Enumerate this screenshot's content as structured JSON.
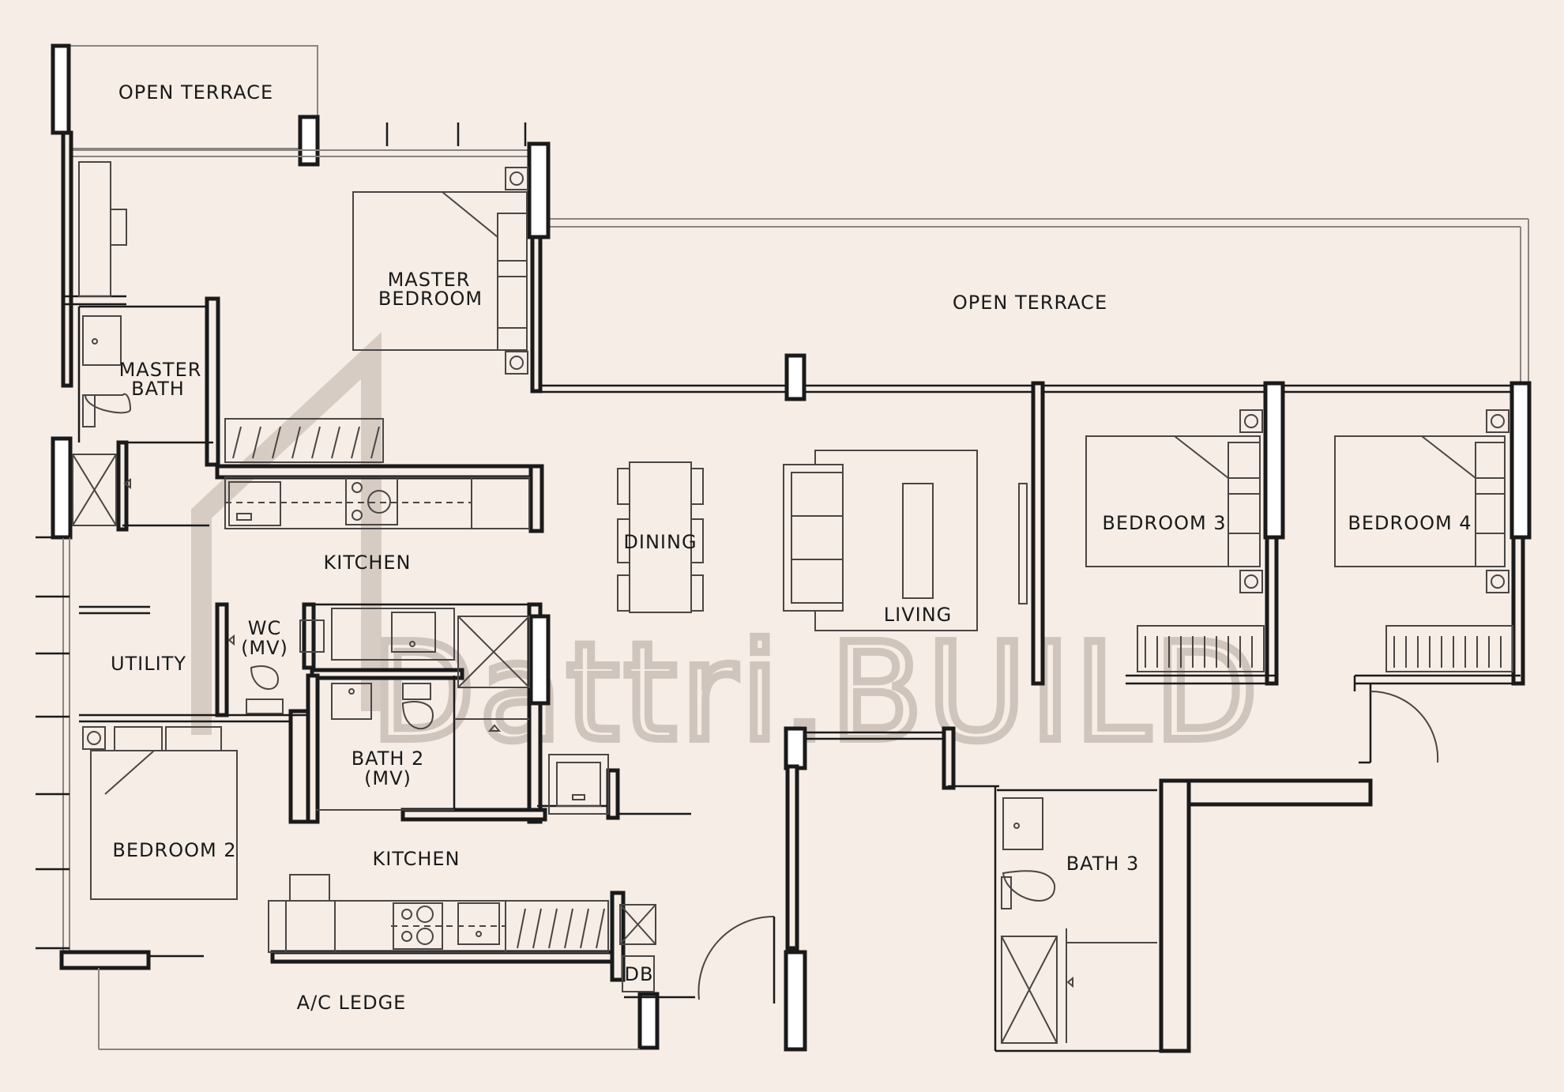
{
  "watermark": {
    "text": "Dattri.BUILD"
  },
  "rooms": {
    "open_terrace_top_left": "OPEN TERRACE",
    "open_terrace_main": "OPEN TERRACE",
    "master_bedroom_line1": "MASTER",
    "master_bedroom_line2": "BEDROOM",
    "master_bath_line1": "MASTER",
    "master_bath_line2": "BATH",
    "kitchen_upper": "KITCHEN",
    "dining": "DINING",
    "living": "LIVING",
    "bedroom_3": "BEDROOM 3",
    "bedroom_4": "BEDROOM 4",
    "utility": "UTILITY",
    "wc_line1": "WC",
    "wc_line2": "(MV)",
    "bath_2_line1": "BATH 2",
    "bath_2_line2": "(MV)",
    "bedroom_2": "BEDROOM 2",
    "kitchen_lower": "KITCHEN",
    "bath_3": "BATH 3",
    "db": "DB",
    "ac_ledge": "A/C LEDGE"
  },
  "colors": {
    "background": "#f5ede6",
    "wall": "#1a1a1a",
    "watermark": "#cfc5bd"
  }
}
